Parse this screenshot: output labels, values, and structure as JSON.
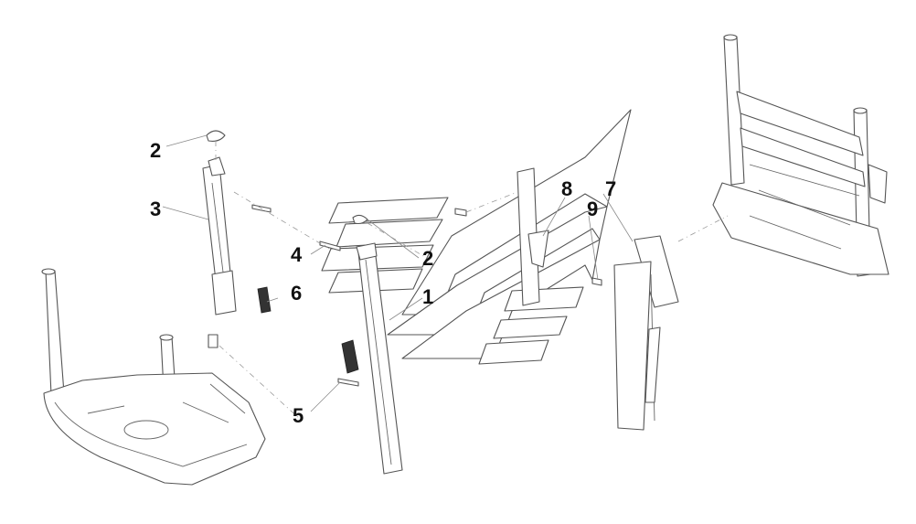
{
  "callouts": {
    "c1": "1",
    "c2_left": "2",
    "c2_center": "2",
    "c3": "3",
    "c4": "4",
    "c5": "5",
    "c6": "6",
    "c7": "7",
    "c8": "8",
    "c9": "9"
  },
  "colors": {
    "line": "#555555",
    "label": "#111111",
    "background": "#ffffff"
  }
}
